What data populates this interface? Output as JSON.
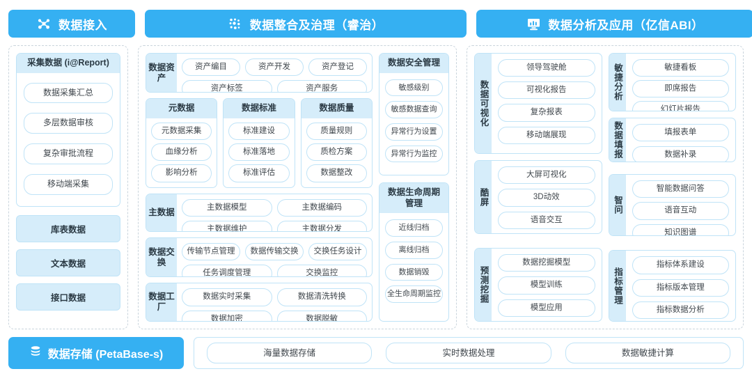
{
  "banners": [
    {
      "title": "数据接入",
      "icon": "nodes-network-icon"
    },
    {
      "title": "数据整合及治理（睿治）",
      "icon": "data-dots-icon"
    },
    {
      "title": "数据分析及应用（亿信ABI）",
      "icon": "monitor-chart-icon"
    }
  ],
  "column1": {
    "card": {
      "title": "采集数据 (i@Report)",
      "items": [
        "数据采集汇总",
        "多层数据审核",
        "复杂审批流程",
        "移动端采集"
      ]
    },
    "tail_items": [
      "库表数据",
      "文本数据",
      "接口数据"
    ]
  },
  "column2": {
    "asset": {
      "label": "数据资产",
      "row1": [
        "资产编目",
        "资产开发",
        "资产登记"
      ],
      "row2": [
        "资产标签",
        "资产服务"
      ]
    },
    "triple": [
      {
        "title": "元数据",
        "items": [
          "元数据采集",
          "血缘分析",
          "影响分析"
        ]
      },
      {
        "title": "数据标准",
        "items": [
          "标准建设",
          "标准落地",
          "标准评估"
        ]
      },
      {
        "title": "数据质量",
        "items": [
          "质量规则",
          "质检方案",
          "数据整改"
        ]
      }
    ],
    "master": {
      "label": "主数据",
      "row1": [
        "主数据模型",
        "主数据编码"
      ],
      "row2": [
        "主数据维护",
        "主数据分发"
      ]
    },
    "exchange": {
      "label": "数据交换",
      "row1": [
        "传输节点管理",
        "数据传输交换",
        "交换任务设计"
      ],
      "row2": [
        "任务调度管理",
        "交换监控"
      ]
    },
    "factory": {
      "label": "数据工厂",
      "row1": [
        "数据实时采集",
        "数据清洗转换"
      ],
      "row2": [
        "数据加密",
        "数据脱敏"
      ]
    },
    "security": {
      "title": "数据安全管理",
      "items": [
        "敏感级别",
        "敏感数据查询",
        "异常行为设置",
        "异常行为监控"
      ]
    },
    "lifecycle": {
      "title": "数据生命周期管理",
      "items": [
        "近线归档",
        "离线归档",
        "数据销毁",
        "全生命周期监控"
      ]
    }
  },
  "column3": {
    "left": [
      {
        "label": "数据可视化",
        "items": [
          "领导驾驶舱",
          "可视化报告",
          "复杂报表",
          "移动端展现"
        ]
      },
      {
        "label": "酷屏",
        "items": [
          "大屏可视化",
          "3D动效",
          "语音交互"
        ]
      },
      {
        "label": "预测挖掘",
        "items": [
          "数据挖掘模型",
          "模型训练",
          "模型应用"
        ]
      }
    ],
    "right": [
      {
        "label": "敏捷分析",
        "items": [
          "敏捷看板",
          "即席报告",
          "幻灯片报告"
        ]
      },
      {
        "label": "数据填报",
        "items": [
          "填报表单",
          "数据补录"
        ]
      },
      {
        "label": "智问",
        "items": [
          "智能数据问答",
          "语音互动",
          "知识图谱"
        ]
      },
      {
        "label": "指标管理",
        "items": [
          "指标体系建设",
          "指标版本管理",
          "指标数据分析"
        ]
      }
    ]
  },
  "bottom": {
    "title": "数据存储 (PetaBase-s)",
    "icon": "database-icon",
    "items": [
      "海量数据存储",
      "实时数据处理",
      "数据敏捷计算"
    ]
  },
  "colors": {
    "accent": "#35b0f2",
    "card_header": "#d6edfa",
    "border": "#bfe3f7",
    "panel_dash": "#c9d4dc"
  }
}
